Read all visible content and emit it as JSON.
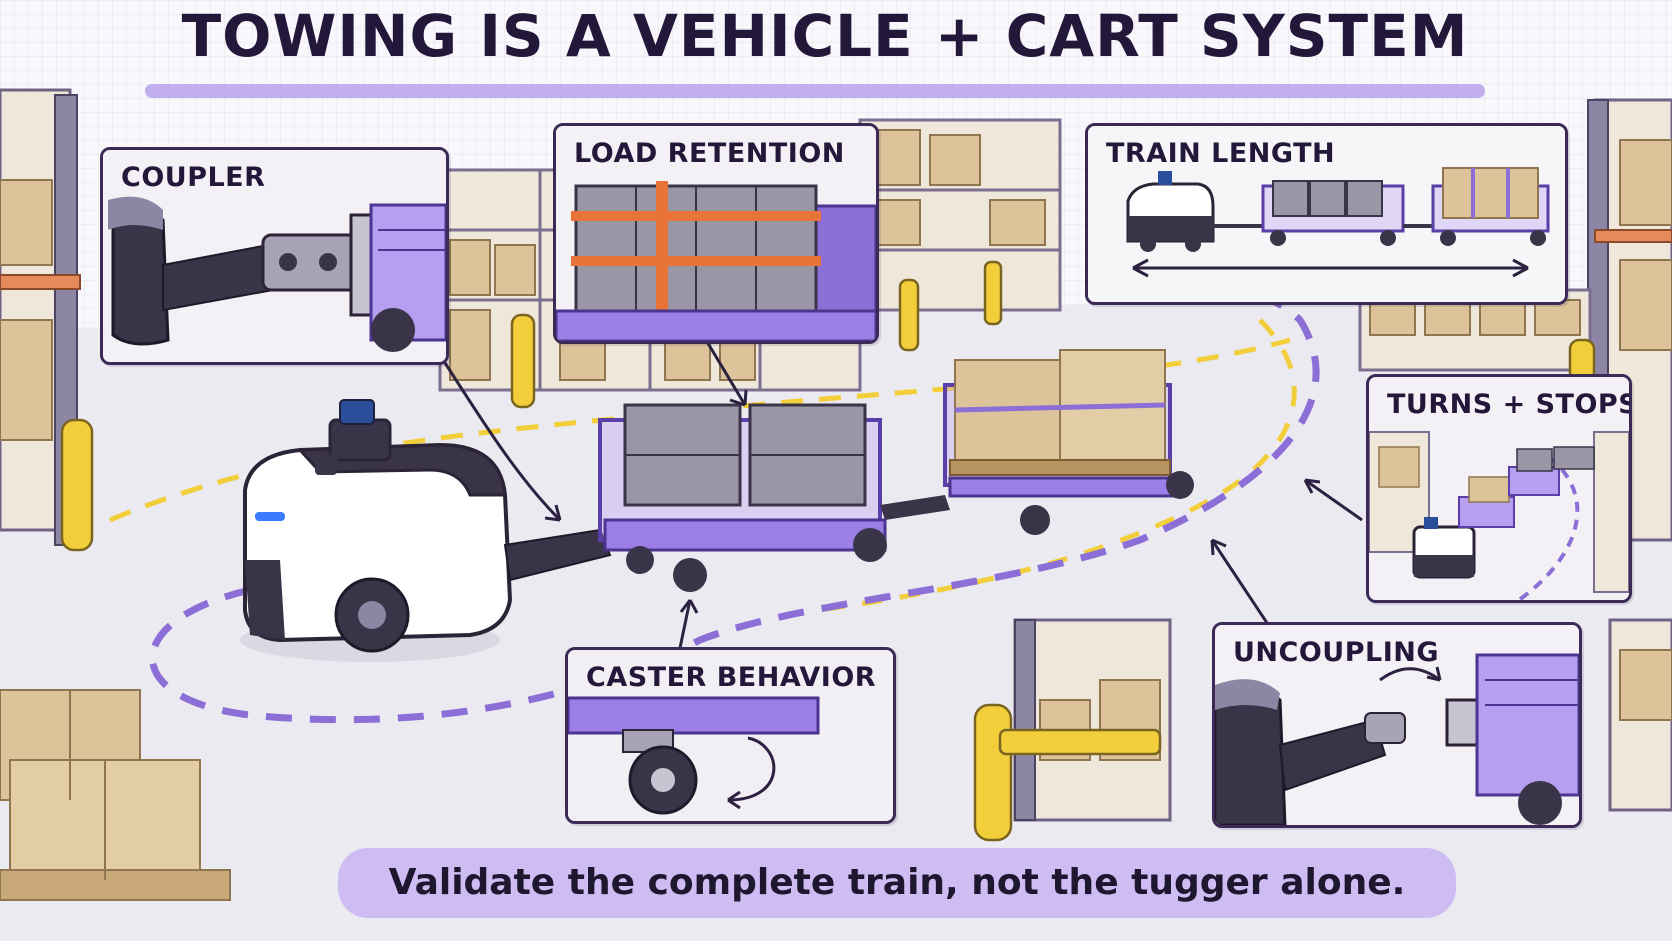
{
  "title": "TOWING IS A VEHICLE + CART SYSTEM",
  "panels": {
    "coupler": "COUPLER",
    "load_retention": "LOAD RETENTION",
    "train_length": "TRAIN LENGTH",
    "turns_stops": "TURNS + STOPS",
    "caster_behavior": "CASTER BEHAVIOR",
    "uncoupling": "UNCOUPLING"
  },
  "footer": "Validate the complete train, not the tugger alone.",
  "colors": {
    "accent_purple": "#8b6fd6",
    "dark_ink": "#23183a",
    "highlight_lavender": "#cbb7f2",
    "safety_yellow": "#f2cf3a",
    "strap_orange": "#e8743a",
    "cardboard": "#dcc39a"
  }
}
